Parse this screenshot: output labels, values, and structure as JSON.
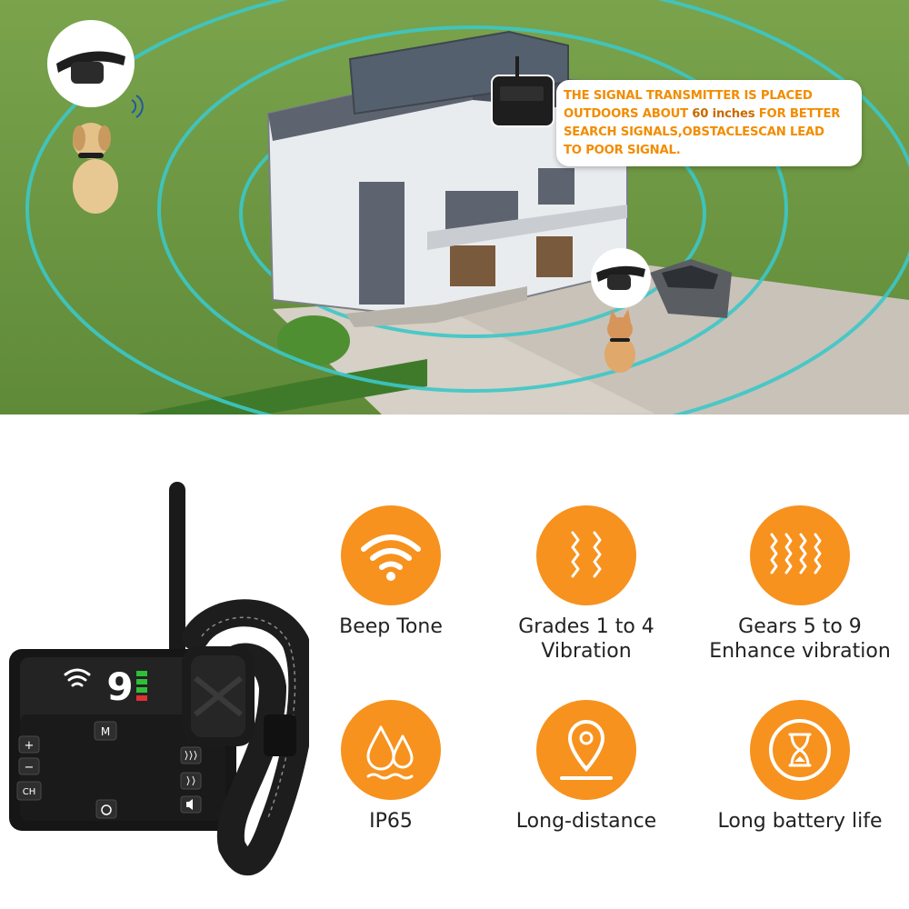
{
  "callout": {
    "line1": "THE SIGNAL TRANSMITTER IS PLACED",
    "line2_pre": "OUTDOORS ABOUT ",
    "line2_bold": "60 inches",
    "line2_post": " FOR BETTER",
    "line3": "SEARCH SIGNALS,OBSTACLESCAN LEAD",
    "line4": "TO POOR SIGNAL."
  },
  "device": {
    "display_digit": "9",
    "buttons": {
      "mode": "M",
      "plus": "+",
      "minus": "−",
      "channel": "CH"
    }
  },
  "features": [
    {
      "icon": "beep-tone-icon",
      "line1": "Beep Tone",
      "line2": ""
    },
    {
      "icon": "vibration-low-icon",
      "line1": "Grades 1 to 4",
      "line2": "Vibration"
    },
    {
      "icon": "vibration-high-icon",
      "line1": "Gears 5 to 9",
      "line2": "Enhance vibration"
    },
    {
      "icon": "water-drops-icon",
      "line1": "IP65",
      "line2": ""
    },
    {
      "icon": "location-pin-icon",
      "line1": "Long-distance",
      "line2": ""
    },
    {
      "icon": "hourglass-icon",
      "line1": "Long battery life",
      "line2": ""
    }
  ],
  "colors": {
    "accent_orange": "#f7921e",
    "callout_text": "#f28c00",
    "signal_ring": "#3cc8c8",
    "lawn": "#6f9a44"
  }
}
